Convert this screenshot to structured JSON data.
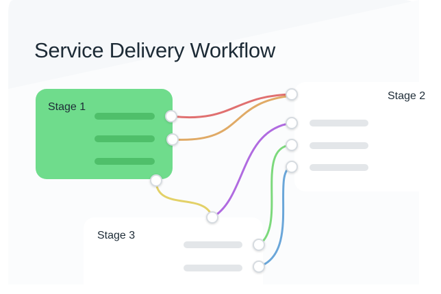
{
  "title": "Service Delivery Workflow",
  "stages": {
    "stage1": {
      "label": "Stage 1",
      "color": "#6fdc8c",
      "bar_color": "#4fbf6a"
    },
    "stage2": {
      "label": "Stage 2",
      "color": "#ffffff",
      "bar_color": "#e3e6e9"
    },
    "stage3": {
      "label": "Stage 3",
      "color": "#ffffff",
      "bar_color": "#e3e6e9"
    }
  },
  "connector_colors": {
    "red": "#e07070",
    "orange": "#e0aa66",
    "purple": "#b06be0",
    "green": "#7cd97c",
    "blue": "#6aa6d9",
    "yellow": "#e3d168"
  }
}
